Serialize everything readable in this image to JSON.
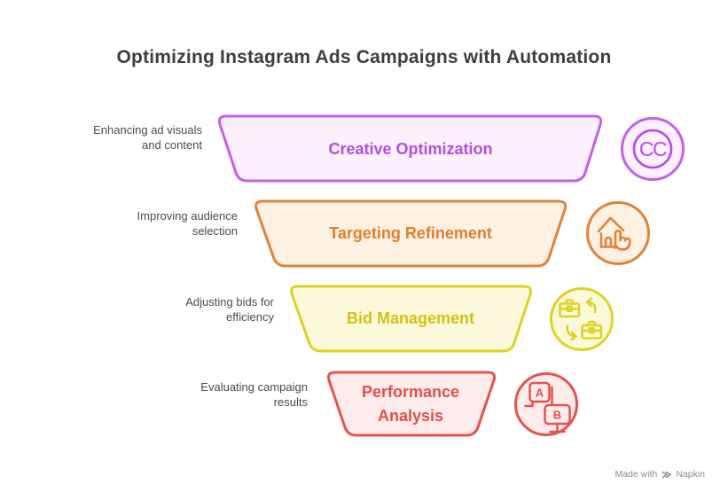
{
  "title": "Optimizing Instagram Ads Campaigns with Automation",
  "funnel": {
    "levels": [
      {
        "label": "Creative Optimization",
        "description": "Enhancing ad visuals\nand content",
        "icon": "cc-circle-icon",
        "icon_letters": "CC",
        "colors": {
          "border": "#c361e8",
          "fill": "#faf0fe",
          "text": "#b44ce0"
        }
      },
      {
        "label": "Targeting Refinement",
        "description": "Improving audience\nselection",
        "icon": "house-tap-icon",
        "colors": {
          "border": "#e08338",
          "fill": "#fdf1e3",
          "text": "#dd7f2e"
        }
      },
      {
        "label": "Bid Management",
        "description": "Adjusting bids for\nefficiency",
        "icon": "briefcase-swap-icon",
        "colors": {
          "border": "#ded320",
          "fill": "#fbf9da",
          "text": "#d2c213"
        }
      },
      {
        "label": "Performance\nAnalysis",
        "description": "Evaluating campaign\nresults",
        "icon": "ab-test-screens-icon",
        "icon_letter_a": "A",
        "icon_letter_b": "B",
        "colors": {
          "border": "#e4534f",
          "fill": "#fdeceb",
          "text": "#e0504c"
        }
      }
    ]
  },
  "watermark": {
    "made_with": "Made with",
    "brand": "Napkin"
  }
}
